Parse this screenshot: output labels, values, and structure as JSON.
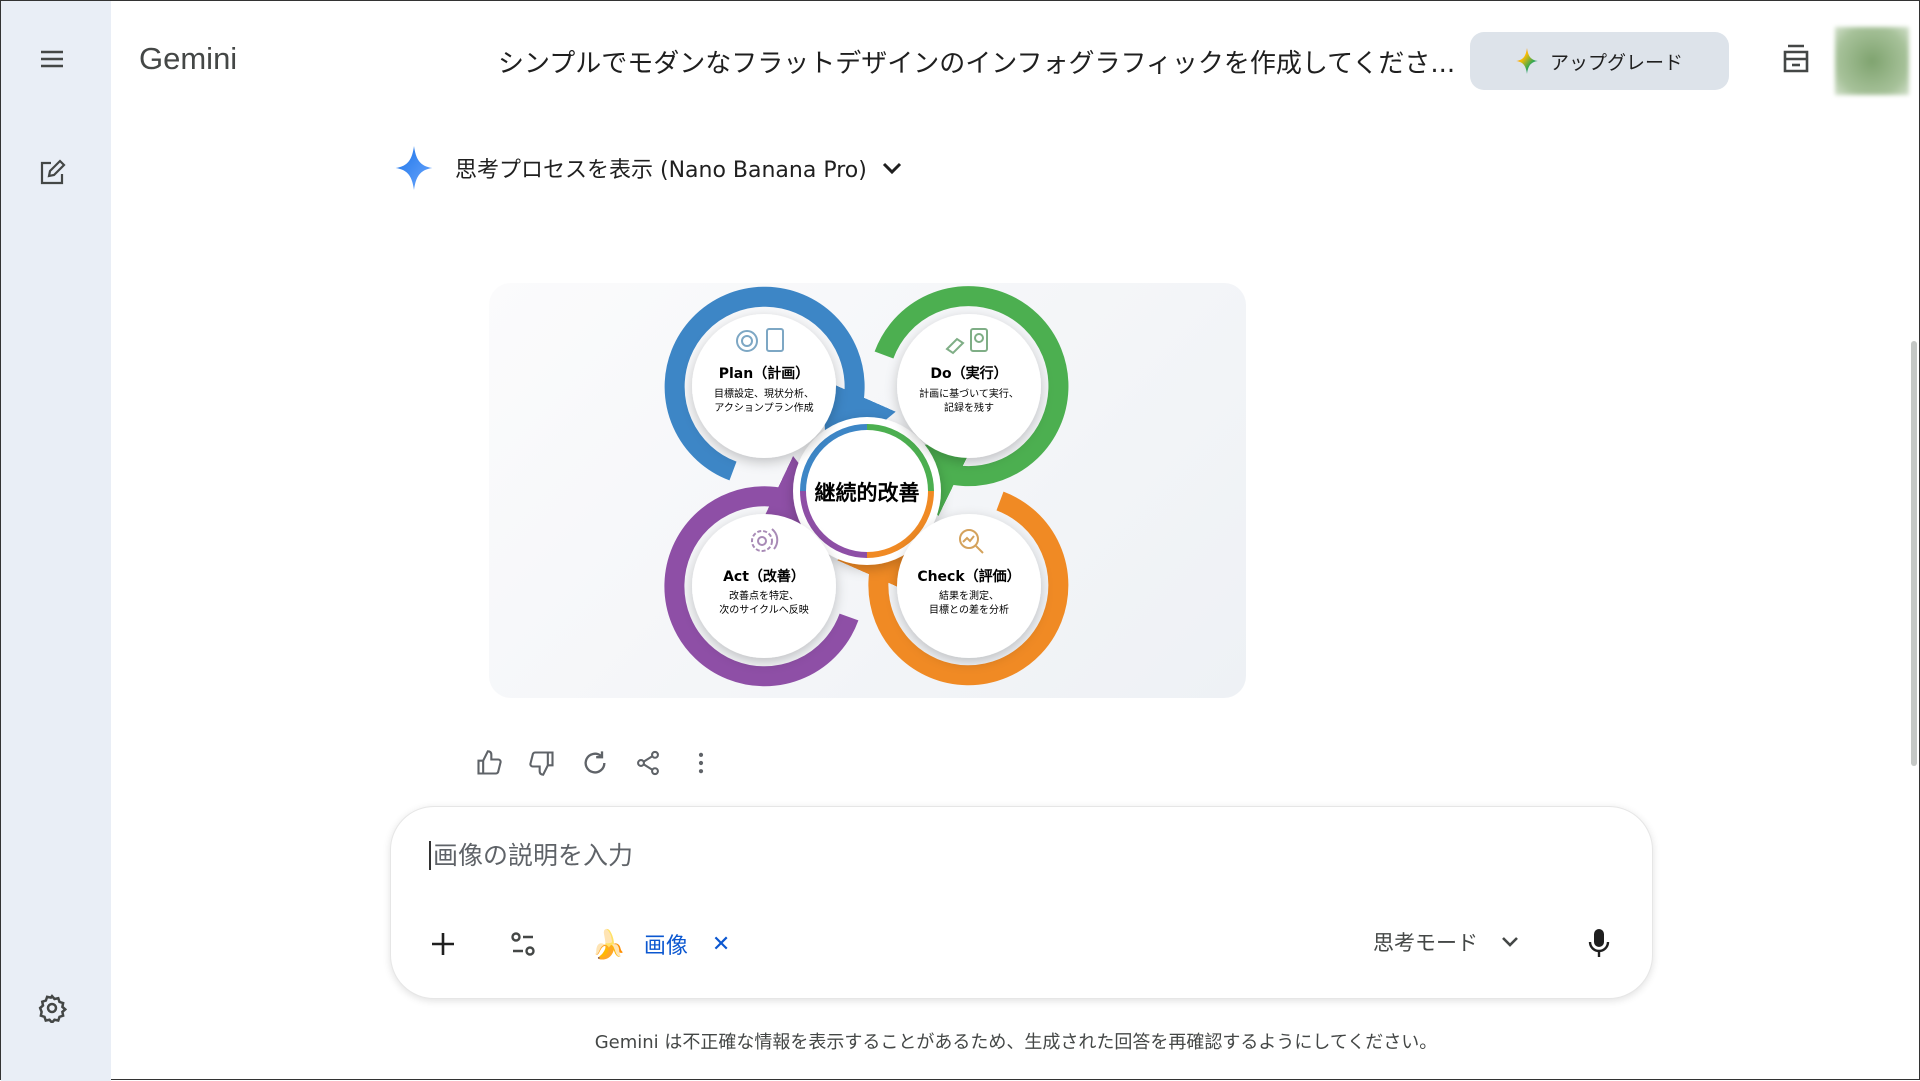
{
  "app": {
    "name": "Gemini",
    "chat_title": "シンプルでモダンなフラットデザインのインフォグラフィックを作成してくださ...",
    "upgrade_label": "アップグレード"
  },
  "sidebar": {
    "icons": [
      "menu-icon",
      "new-chat-icon",
      "settings-icon"
    ]
  },
  "response": {
    "thinking_label": "思考プロセスを表示 (Nano Banana Pro)"
  },
  "infographic": {
    "center": "継続的改善",
    "steps": [
      {
        "title": "Plan（計画）",
        "line1": "目標設定、現状分析、",
        "line2": "アクションプラン作成",
        "color": "#3d86c6"
      },
      {
        "title": "Do（実行）",
        "line1": "計画に基づいて実行、",
        "line2": "記録を残す",
        "color": "#4caf50"
      },
      {
        "title": "Check（評価）",
        "line1": "結果を測定、",
        "line2": "目標との差を分析",
        "color": "#f08a24"
      },
      {
        "title": "Act（改善）",
        "line1": "改善点を特定、",
        "line2": "次のサイクルへ反映",
        "color": "#8e4fa6"
      }
    ]
  },
  "composer": {
    "placeholder": "画像の説明を入力",
    "value": "",
    "tool_chip": "画像",
    "mode_label": "思考モード"
  },
  "disclaimer": "Gemini は不正確な情報を表示することがあるため、生成された回答を再確認するようにしてください。",
  "colors": {
    "sidebar_bg": "#e9eef6",
    "accent": "#0b57d0",
    "upgrade_bg": "#dde3ea"
  }
}
